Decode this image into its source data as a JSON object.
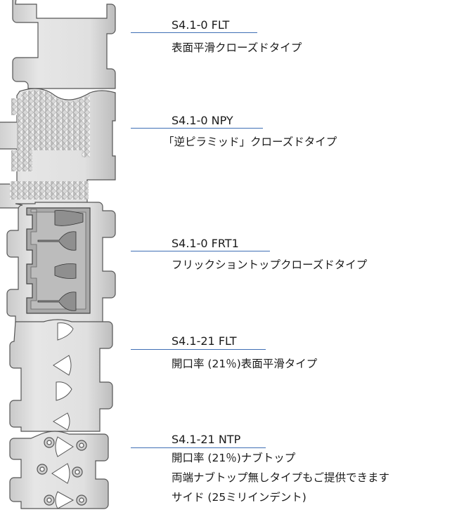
{
  "labels": [
    {
      "code": "S4.1-0 FLT",
      "lines": [
        "表面平滑クローズドタイプ"
      ]
    },
    {
      "code": "S4.1-0 NPY",
      "lines": [
        "「逆ピラミッド」クローズドタイプ"
      ]
    },
    {
      "code": "S4.1-0 FRT1",
      "lines": [
        "フリックショントップクローズドタイプ"
      ]
    },
    {
      "code": "S4.1-21 FLT",
      "lines": [
        "開口率 (21％)表面平滑タイプ"
      ]
    },
    {
      "code": "S4.1-21 NTP",
      "lines": [
        "開口率 (21％)ナブトップ",
        "両端ナブトップ無しタイプもご提供できます",
        "サイド (25ミリインデント)"
      ]
    }
  ],
  "colors": {
    "rule": "#3f6fb5",
    "belt_fill": "#dcdcdc",
    "belt_stroke": "#555555",
    "text": "#1a1a1a"
  }
}
